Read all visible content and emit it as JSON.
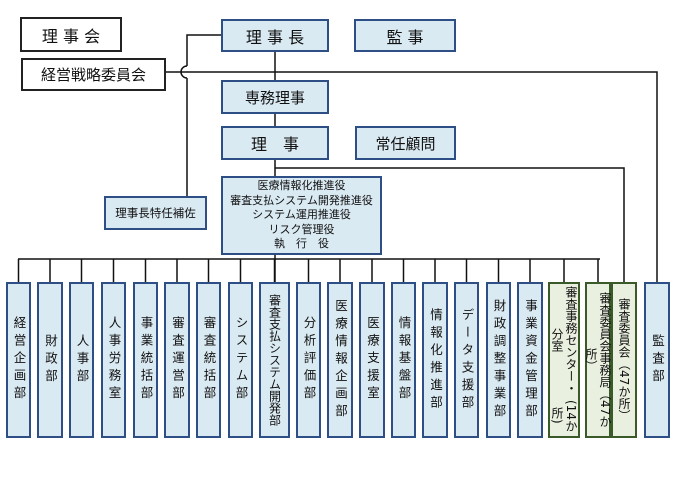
{
  "top": {
    "board": "理 事 会",
    "chairman": "理 事 長",
    "auditor": "監 事",
    "strategy_committee": "経営戦略委員会",
    "executive_director": "専務理事",
    "director": "理　事",
    "advisor": "常任顧問",
    "special_assistant": "理事長特任補佐",
    "officers": [
      "医療情報化推進役",
      "審査支払システム開発推進役",
      "システム運用推進役",
      "リスク管理役",
      "執　行　役"
    ]
  },
  "departments": [
    {
      "lines": [
        "経営企画部"
      ]
    },
    {
      "lines": [
        "財政部"
      ]
    },
    {
      "lines": [
        "人事部"
      ]
    },
    {
      "lines": [
        "人事労務室"
      ]
    },
    {
      "lines": [
        "事業統括部"
      ]
    },
    {
      "lines": [
        "審査運営部"
      ]
    },
    {
      "lines": [
        "審査統括部"
      ]
    },
    {
      "lines": [
        "システム部"
      ]
    },
    {
      "lines": [
        "審査支払システム",
        "開発部"
      ]
    },
    {
      "lines": [
        "分析評価部"
      ]
    },
    {
      "lines": [
        "医療情報企画部"
      ]
    },
    {
      "lines": [
        "医療支援室"
      ]
    },
    {
      "lines": [
        "情報基盤部"
      ]
    },
    {
      "lines": [
        "情報化推進部"
      ]
    },
    {
      "lines": [
        "データ支援部"
      ]
    },
    {
      "lines": [
        "財政調整事業部"
      ]
    },
    {
      "lines": [
        "事業資金管理部"
      ]
    },
    {
      "lines": [
        "審査事務センター・分室",
        "(14か所)"
      ],
      "type": "green"
    },
    {
      "lines": [
        "審査委員会事務局（47か所）"
      ],
      "type": "green"
    },
    {
      "lines": [
        "審査委員会（47か所）"
      ],
      "type": "green"
    },
    {
      "lines": [
        "監査部"
      ]
    }
  ],
  "colors": {
    "box_blue": "#daeaf3",
    "border_blue": "#2e4f86",
    "box_green": "#e9f0df",
    "border_green": "#3a5a2a"
  }
}
